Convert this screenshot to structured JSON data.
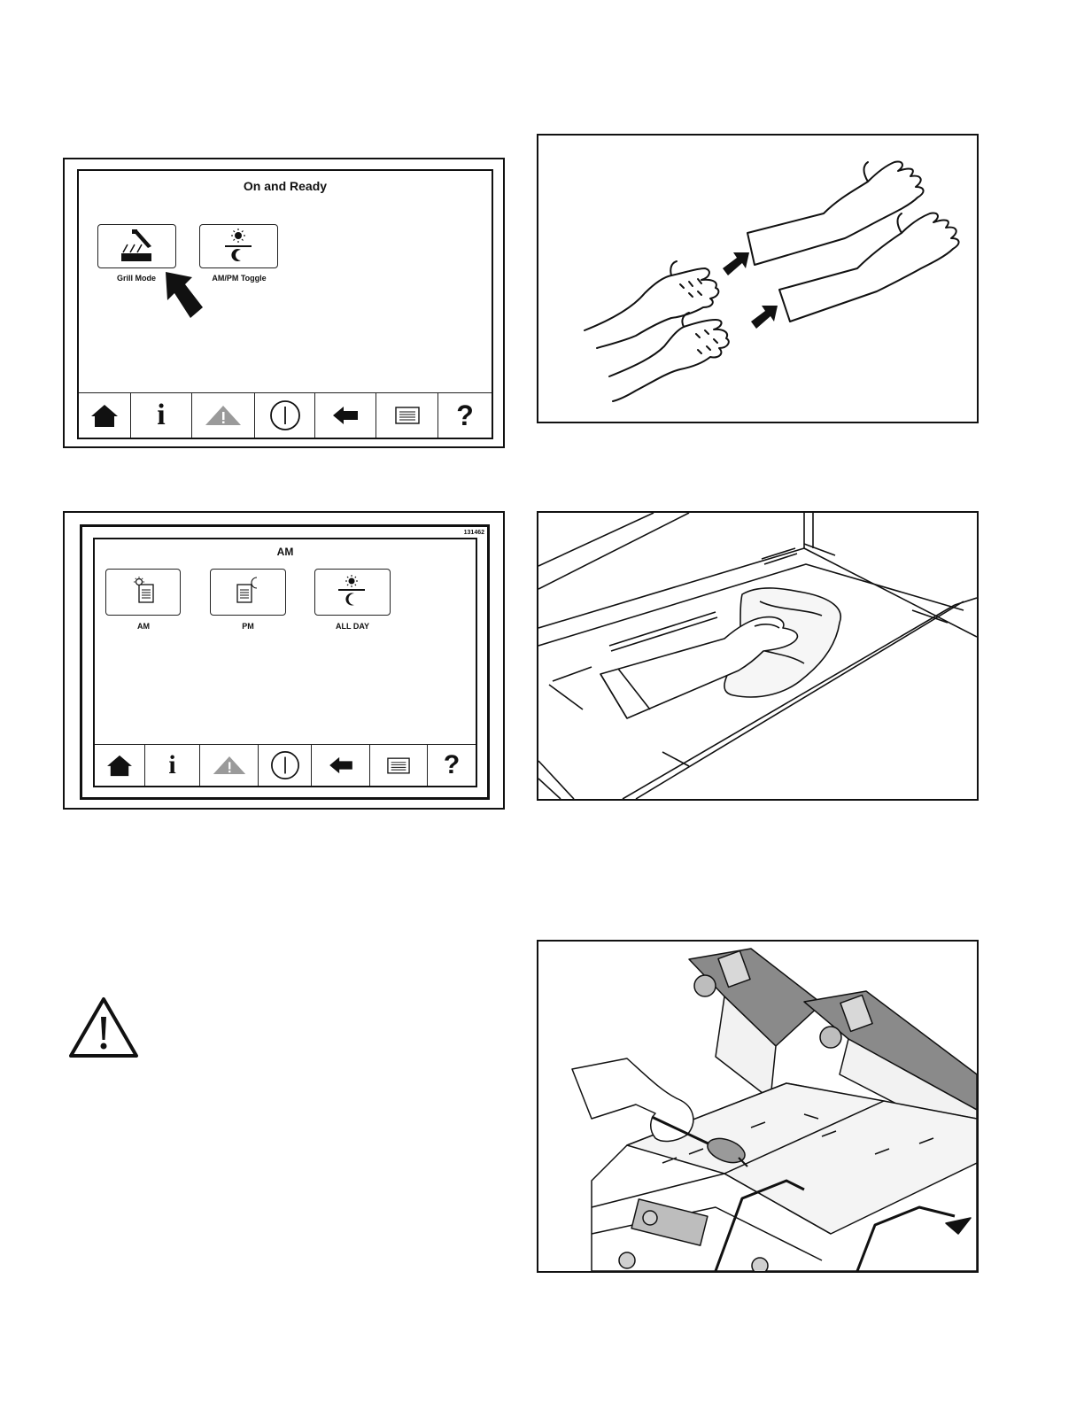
{
  "screen1": {
    "title": "On and Ready",
    "buttons": [
      {
        "label": "Grill Mode",
        "icon": "grill-mode-icon"
      },
      {
        "label": "AM/PM Toggle",
        "icon": "am-pm-toggle-icon"
      }
    ],
    "nav": [
      "home-icon",
      "info-icon",
      "warning-icon",
      "power-icon",
      "back-arrow-icon",
      "menu-icon",
      "help-icon"
    ]
  },
  "screen2": {
    "id": "131462",
    "title": "AM",
    "buttons": [
      {
        "label": "AM",
        "icon": "am-icon"
      },
      {
        "label": "PM",
        "icon": "pm-icon"
      },
      {
        "label": "ALL DAY",
        "icon": "all-day-icon"
      }
    ],
    "nav": [
      "home-icon",
      "info-icon",
      "warning-icon",
      "power-icon",
      "back-arrow-icon",
      "menu-icon",
      "help-icon"
    ]
  },
  "help_glyph": "?",
  "info_glyph": "i",
  "colors": {
    "ink": "#111111",
    "warning_gray": "#9a9a9a",
    "lid_gray": "#7a7a7a"
  }
}
